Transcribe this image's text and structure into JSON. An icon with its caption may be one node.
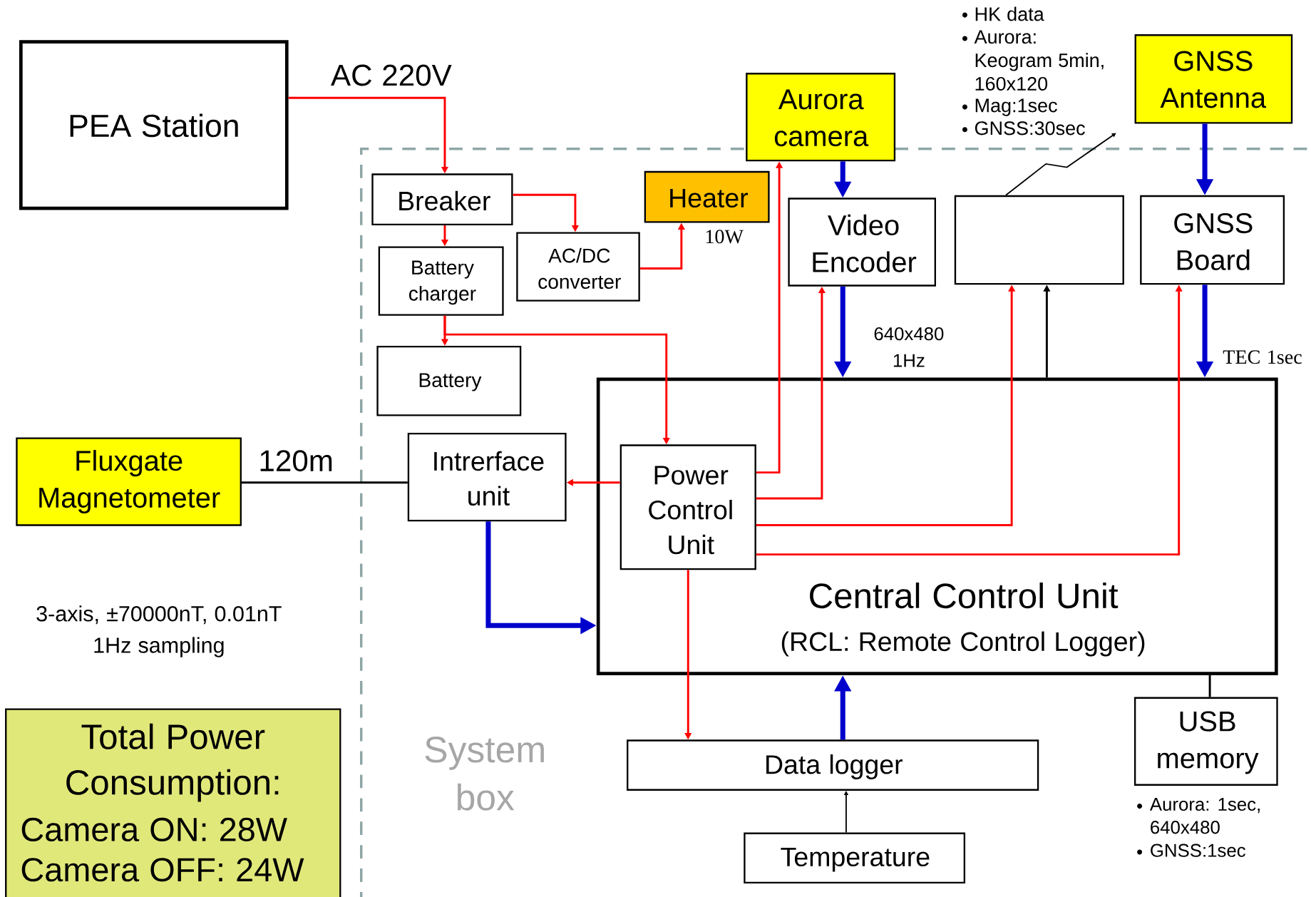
{
  "diagram": {
    "nodes": [
      {
        "text": [
          "PEA Station"
        ]
      },
      {
        "text": [
          "Aurora camera"
        ]
      },
      {
        "text": [
          "GNSS Antenna"
        ]
      },
      {
        "text": [
          "System box"
        ]
      },
      {
        "text": [
          "Breaker"
        ],
        "in": 3
      },
      {
        "text": [
          "Heater"
        ],
        "in": 3,
        "beside": [
          "10W"
        ]
      },
      {
        "text": [
          "Video Encoder"
        ],
        "in": 3,
        "beside": [
          "640x480 1Hz"
        ]
      },
      {
        "text": [],
        "shape": "box",
        "in": 3
      },
      {
        "text": [
          "GNSS Board"
        ],
        "in": 3,
        "beside": [
          "TEC 1sec"
        ]
      },
      {
        "text": [
          "Battery charger"
        ],
        "in": 3
      },
      {
        "text": [
          "AC/DC converter"
        ],
        "in": 3
      },
      {
        "text": [
          "Battery"
        ],
        "in": 3
      },
      {
        "text": [
          "Fluxgate Magnetometer"
        ],
        "beside": [
          "3-axis, ±70000nT, 0.01nT 1Hz sampling"
        ]
      },
      {
        "text": [
          "Intrerface unit"
        ],
        "in": 3
      },
      {
        "text": [
          "Central Control Unit",
          "(RCL: Remote Control Logger)"
        ],
        "in": 3
      },
      {
        "text": [
          "Power Control Unit"
        ],
        "in": 14
      },
      {
        "text": [
          "Data logger"
        ],
        "in": 3
      },
      {
        "text": [
          "USB memory"
        ],
        "in": 3,
        "beside": [
          "Aurora: 1sec, 640x480",
          "GNSS:1sec"
        ]
      },
      {
        "text": [
          "Temperature"
        ],
        "in": 3
      },
      {
        "text": [
          "Total Power Consumption:",
          "Camera ON: 28W",
          "Camera OFF: 24W"
        ]
      }
    ],
    "edges": [
      {
        "from": 0,
        "to": 4,
        "arrow": "to",
        "label": "AC 220V"
      },
      {
        "from": 4,
        "to": 10,
        "arrow": "to"
      },
      {
        "from": 4,
        "to": 9,
        "arrow": "to"
      },
      {
        "from": 10,
        "to": 5,
        "arrow": "to"
      },
      {
        "from": 9,
        "to": 11,
        "arrow": "to"
      },
      {
        "from": 9,
        "to": 15,
        "arrow": "to"
      },
      {
        "from": 15,
        "to": 13,
        "arrow": "to"
      },
      {
        "from": 15,
        "to": 1,
        "arrow": "to"
      },
      {
        "from": 15,
        "to": 6,
        "arrow": "to"
      },
      {
        "from": 15,
        "to": 7,
        "arrow": "to"
      },
      {
        "from": 15,
        "to": 8,
        "arrow": "to"
      },
      {
        "from": 15,
        "to": 16,
        "arrow": "to"
      },
      {
        "from": 1,
        "to": 6,
        "arrow": "to",
        "style": "thick",
        "color": "#0000cc"
      },
      {
        "from": 6,
        "to": 14,
        "arrow": "to",
        "style": "thick",
        "color": "#0000cc"
      },
      {
        "from": 14,
        "to": 7,
        "arrow": "to",
        "color": "#000000"
      },
      {
        "from": 2,
        "to": 8,
        "arrow": "to",
        "style": "thick",
        "color": "#0000cc"
      },
      {
        "from": 8,
        "to": 14,
        "arrow": "to",
        "style": "thick",
        "color": "#0000cc"
      },
      {
        "from": 12,
        "to": 13,
        "arrow": "none",
        "label": "120m",
        "color": "#000000"
      },
      {
        "from": 13,
        "to": 14,
        "arrow": "to",
        "style": "thick",
        "color": "#0000cc"
      },
      {
        "from": 16,
        "to": 14,
        "arrow": "to",
        "style": "thick",
        "color": "#0000cc"
      },
      {
        "from": 18,
        "to": 16,
        "arrow": "to",
        "color": "#000000"
      },
      {
        "from": 14,
        "to": 17,
        "arrow": "none",
        "color": "#000000"
      },
      {
        "from": 7,
        "to": null,
        "arrow": "to",
        "color": "#000000"
      }
    ],
    "labels": [
      "HK data",
      "Aurora: Keogram 5min, 160x120",
      "Mag:1sec",
      "GNSS:30sec"
    ]
  }
}
